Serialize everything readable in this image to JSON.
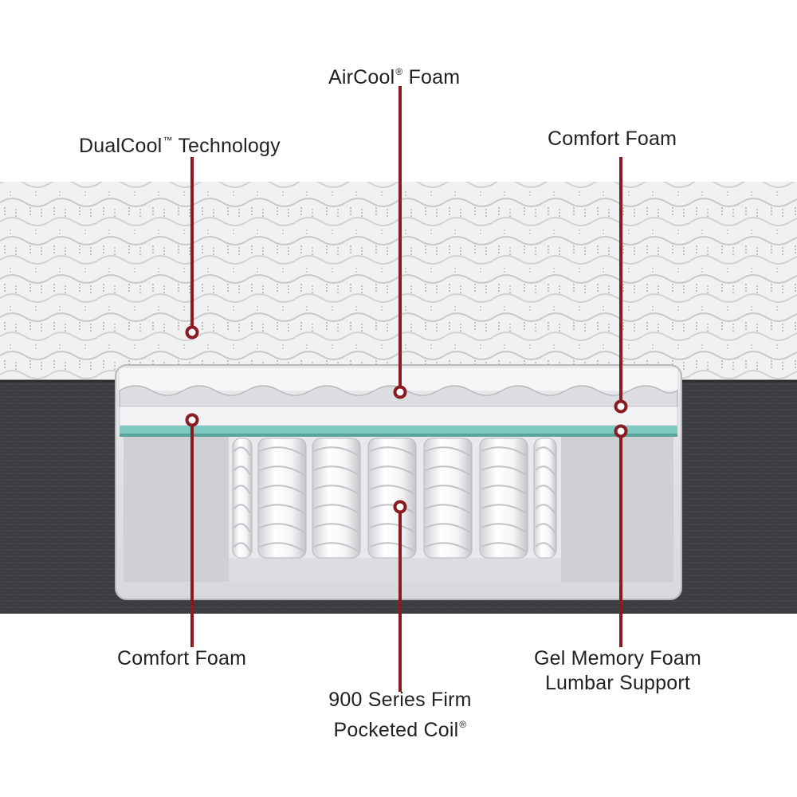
{
  "labels": {
    "dualcool": {
      "text": "DualCool",
      "mark": "™",
      "suffix": " Technology"
    },
    "aircool": {
      "text": "AirCool",
      "mark": "®",
      "suffix": " Foam"
    },
    "comfort_top": {
      "text": "Comfort Foam"
    },
    "comfort_left": {
      "text": "Comfort Foam"
    },
    "coil": {
      "line1": "900 Series Firm",
      "line2": "Pocketed Coil",
      "mark": "®"
    },
    "gel": {
      "line1": "Gel Memory Foam",
      "line2": "Lumbar Support"
    }
  },
  "colors": {
    "callout": "#8a1b21",
    "text": "#222222",
    "quilt": "#eeeeee",
    "border_fabric": "#3b3c40",
    "gel_layer": "#7fc9c0",
    "foam": "#e4e5e8"
  }
}
